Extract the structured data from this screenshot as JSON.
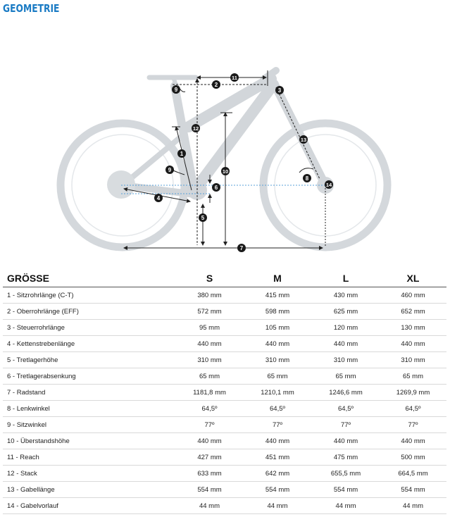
{
  "title": "GEOMETRIE",
  "diagram": {
    "markers": [
      "1",
      "2",
      "3",
      "4",
      "5",
      "6",
      "7",
      "8",
      "9",
      "10",
      "11",
      "12",
      "13",
      "14"
    ]
  },
  "table": {
    "headers": [
      "GRÖSSE",
      "S",
      "M",
      "L",
      "XL"
    ],
    "rows": [
      [
        "1 - Sitzrohrlänge (C-T)",
        "380 mm",
        "415 mm",
        "430 mm",
        "460 mm"
      ],
      [
        "2 - Oberrohrlänge (EFF)",
        "572 mm",
        "598 mm",
        "625 mm",
        "652 mm"
      ],
      [
        "3 - Steuerrohrlänge",
        "95 mm",
        "105 mm",
        "120 mm",
        "130 mm"
      ],
      [
        "4 - Kettenstrebenlänge",
        "440 mm",
        "440 mm",
        "440 mm",
        "440 mm"
      ],
      [
        "5 - Tretlagerhöhe",
        "310 mm",
        "310 mm",
        "310 mm",
        "310 mm"
      ],
      [
        "6 - Tretlagerabsenkung",
        "65 mm",
        "65 mm",
        "65 mm",
        "65 mm"
      ],
      [
        "7 - Radstand",
        "1181,8 mm",
        "1210,1 mm",
        "1246,6 mm",
        "1269,9 mm"
      ],
      [
        "8 - Lenkwinkel",
        "64,5º",
        "64,5º",
        "64,5º",
        "64,5º"
      ],
      [
        "9 - Sitzwinkel",
        "77º",
        "77º",
        "77º",
        "77º"
      ],
      [
        "10 - Überstandshöhe",
        "440 mm",
        "440 mm",
        "440 mm",
        "440 mm"
      ],
      [
        "11 - Reach",
        "427 mm",
        "451 mm",
        "475 mm",
        "500 mm"
      ],
      [
        "12 - Stack",
        "633 mm",
        "642 mm",
        "655,5 mm",
        "664,5 mm"
      ],
      [
        "13 - Gabellänge",
        "554 mm",
        "554 mm",
        "554 mm",
        "554 mm"
      ],
      [
        "14 - Gabelvorlauf",
        "44 mm",
        "44 mm",
        "44 mm",
        "44 mm"
      ]
    ]
  }
}
